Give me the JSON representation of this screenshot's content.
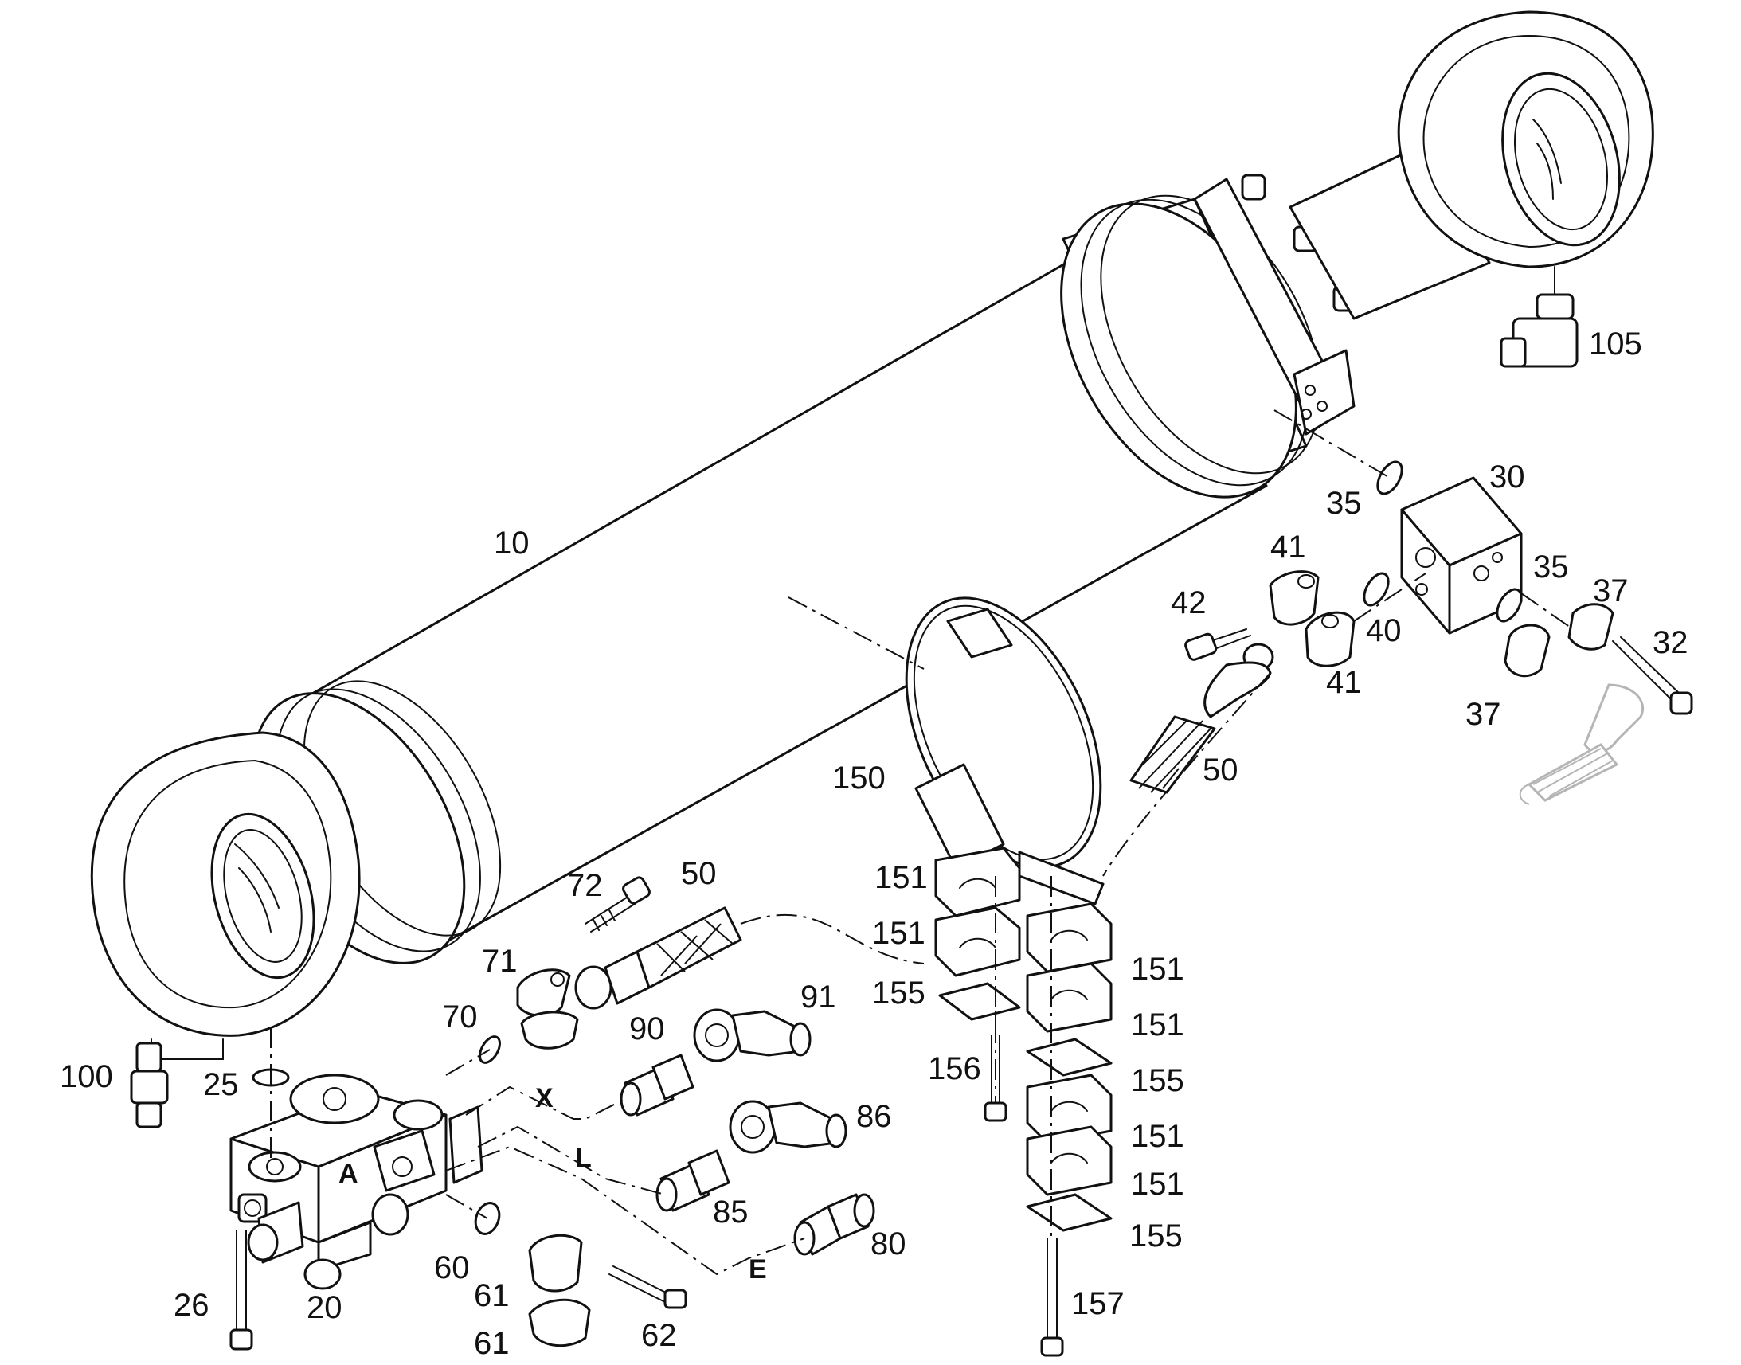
{
  "callouts": {
    "c10": "10",
    "c20": "20",
    "c25": "25",
    "c26": "26",
    "c30": "30",
    "c32": "32",
    "c35a": "35",
    "c35b": "35",
    "c37a": "37",
    "c37b": "37",
    "c40": "40",
    "c41a": "41",
    "c41b": "41",
    "c42": "42",
    "c50a": "50",
    "c50b": "50",
    "c60": "60",
    "c61a": "61",
    "c61b": "61",
    "c62": "62",
    "c70": "70",
    "c71": "71",
    "c72": "72",
    "c80": "80",
    "c85": "85",
    "c86": "86",
    "c90": "90",
    "c91": "91",
    "c100": "100",
    "c105": "105",
    "c150": "150",
    "c151a": "151",
    "c151b": "151",
    "c151c": "151",
    "c151d": "151",
    "c151e": "151",
    "c151f": "151",
    "c155a": "155",
    "c155b": "155",
    "c155c": "155",
    "c156": "156",
    "c157": "157"
  },
  "ports": {
    "x": "X",
    "l": "L",
    "e": "E",
    "a": "A"
  }
}
